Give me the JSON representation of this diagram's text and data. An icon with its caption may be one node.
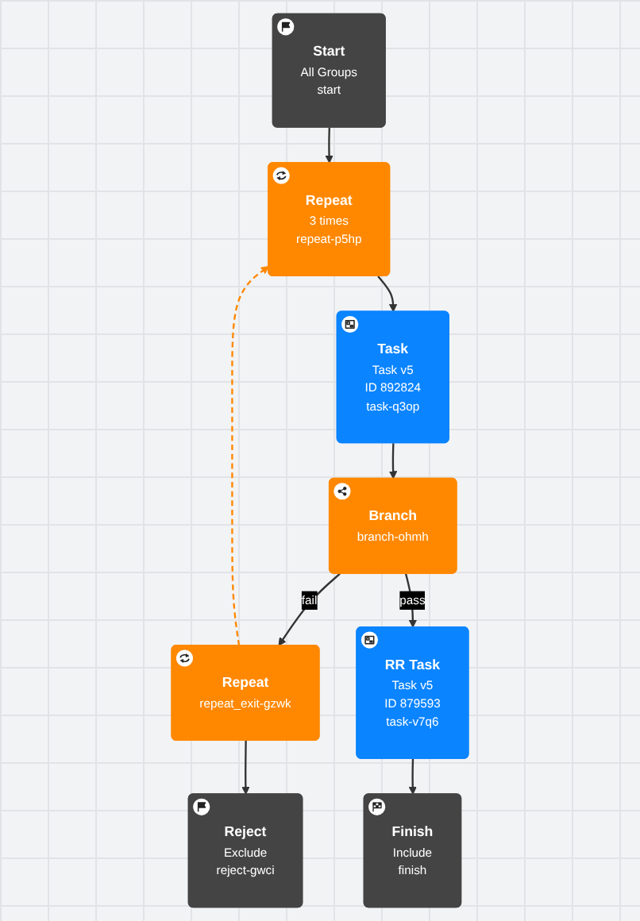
{
  "diagram": {
    "nodes": [
      {
        "text": [
          "Start",
          "All Groups",
          "start"
        ]
      },
      {
        "text": [
          "Repeat",
          "3 times",
          "repeat-p5hp"
        ]
      },
      {
        "text": [
          "Task",
          "Task v5",
          "ID 892824",
          "task-q3op"
        ]
      },
      {
        "text": [
          "Branch",
          "branch-ohmh"
        ]
      },
      {
        "text": [
          "Repeat",
          "repeat_exit-gzwk"
        ]
      },
      {
        "text": [
          "RR Task",
          "Task v5",
          "ID 879593",
          "task-v7q6"
        ]
      },
      {
        "text": [
          "Reject",
          "Exclude",
          "reject-gwci"
        ]
      },
      {
        "text": [
          "Finish",
          "Include",
          "finish"
        ]
      }
    ],
    "edges": [
      {
        "from": 0,
        "to": 1,
        "arrow": "to"
      },
      {
        "from": 1,
        "to": 2,
        "arrow": "to"
      },
      {
        "from": 2,
        "to": 3,
        "arrow": "to"
      },
      {
        "from": 3,
        "to": 4,
        "label": "fail",
        "arrow": "to"
      },
      {
        "from": 3,
        "to": 5,
        "label": "pass",
        "arrow": "to"
      },
      {
        "from": 4,
        "to": 1,
        "arrow": "to",
        "style": "dashed",
        "color": "#ff8800"
      },
      {
        "from": 4,
        "to": 6,
        "arrow": "to"
      },
      {
        "from": 5,
        "to": 7,
        "arrow": "to"
      }
    ]
  }
}
